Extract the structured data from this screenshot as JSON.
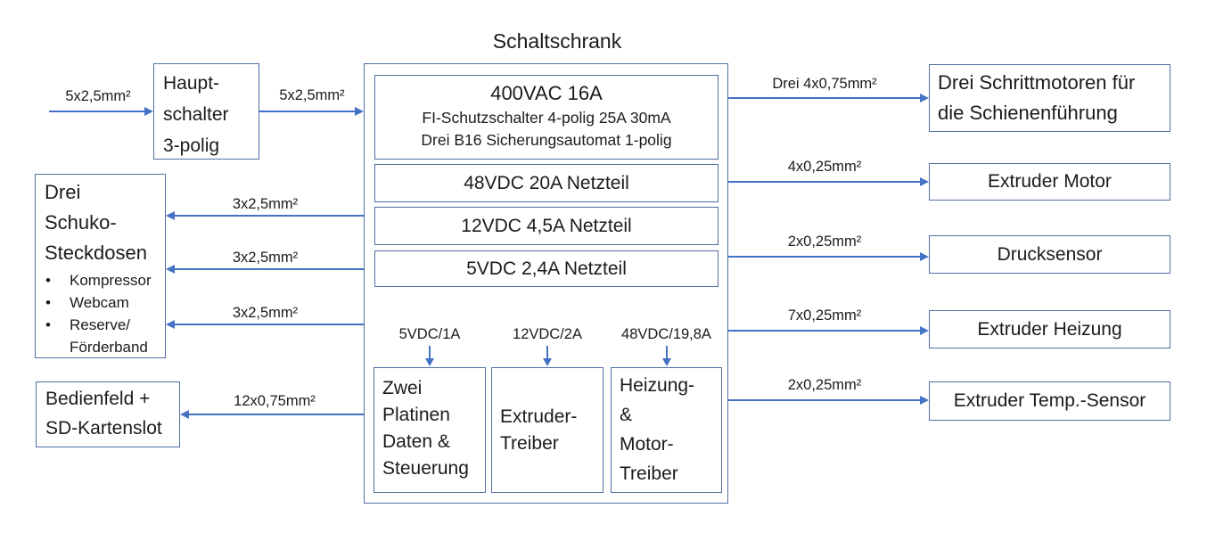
{
  "title": "Schaltschrank",
  "colors": {
    "box_border": "#4f6ea3",
    "arrow_blue": "#4472c4",
    "text": "#1b1b1b",
    "background": "#ffffff"
  },
  "nodes": {
    "main_switch": "Haupt-\nschalter\n3-polig",
    "cabinet": {
      "mains": {
        "title": "400VAC 16A",
        "line2": "FI-Schutzschalter 4-polig 25A 30mA",
        "line3": "Drei B16 Sicherungsautomat 1-polig"
      },
      "psu48": "48VDC 20A Netzteil",
      "psu12": "12VDC 4,5A Netzteil",
      "psu5": "5VDC 2,4A Netzteil",
      "boards": "Zwei\nPlatinen\nDaten &\nSteuerung",
      "extruder_driver": "Extruder-\nTreiber",
      "heater_motor_driver": "Heizung-\n&\nMotor-\nTreiber",
      "internal_feeds": [
        "5VDC/1A",
        "12VDC/2A",
        "48VDC/19,8A"
      ]
    },
    "schuko": {
      "title": "Drei\nSchuko-\nSteckdosen",
      "bullet_char": "•",
      "bullets": [
        "Kompressor",
        "Webcam",
        "Reserve/\nFörderband"
      ]
    },
    "control_panel": "Bedienfeld +\nSD-Kartenslot",
    "right": [
      "Drei Schrittmotoren für\ndie Schienenführung",
      "Extruder Motor",
      "Drucksensor",
      "Extruder Heizung",
      "Extruder Temp.-Sensor"
    ]
  },
  "cables": {
    "feed_in": "5x2,5mm²",
    "switch_to_cabinet": "5x2,5mm²",
    "left": [
      "3x2,5mm²",
      "3x2,5mm²",
      "3x2,5mm²",
      "12x0,75mm²"
    ],
    "right": [
      "Drei 4x0,75mm²",
      "4x0,25mm²",
      "2x0,25mm²",
      "7x0,25mm²",
      "2x0,25mm²"
    ]
  }
}
